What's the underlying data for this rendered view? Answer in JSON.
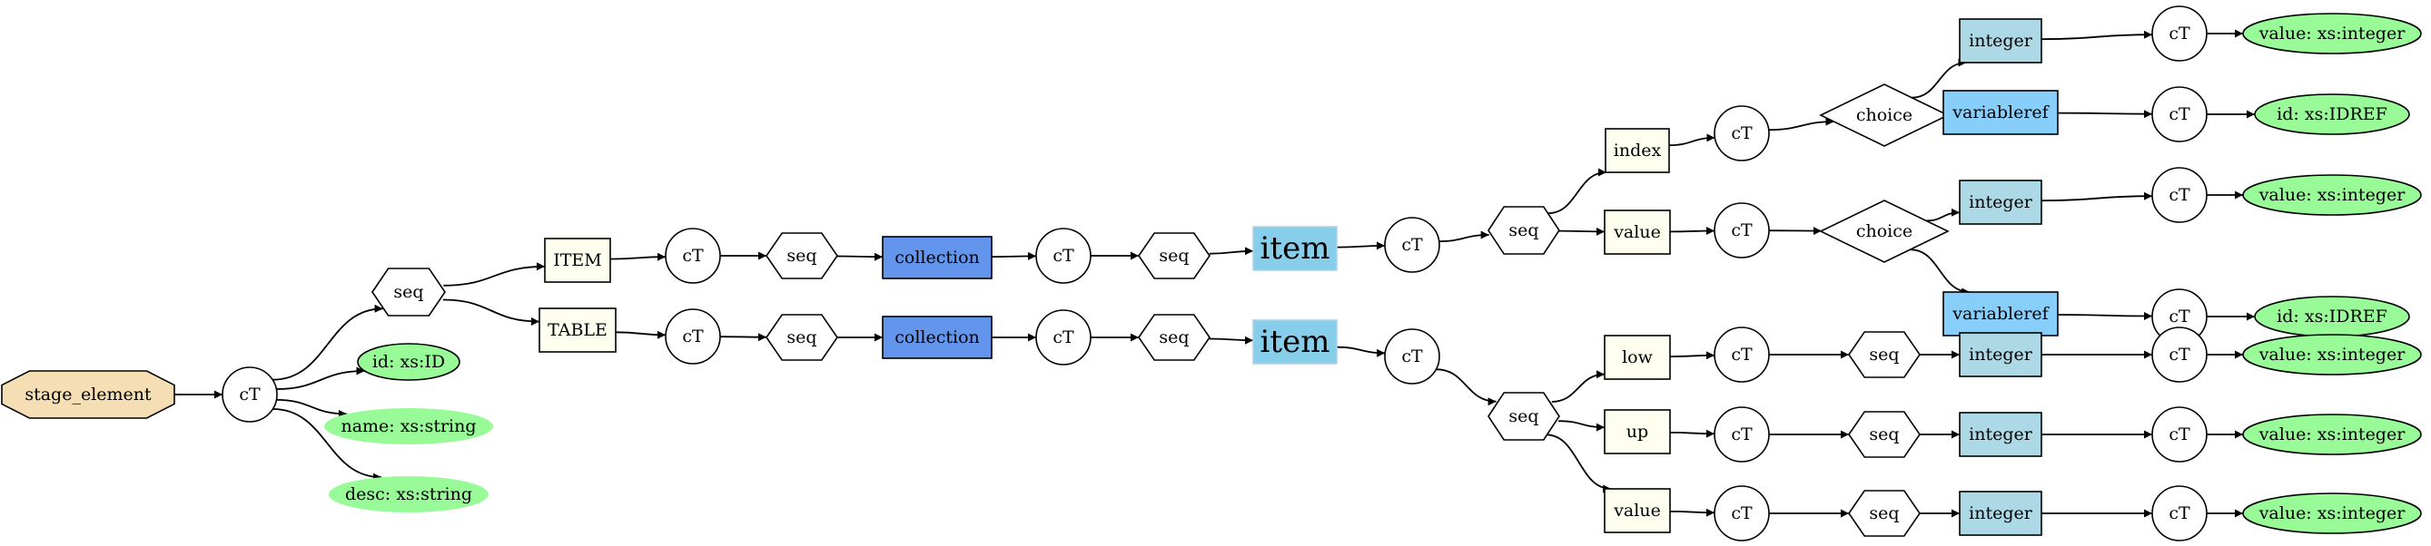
{
  "colors": {
    "stage_element": "#f5deb3",
    "element": "#fffff0",
    "collection": "#6495ed",
    "item": "#87ceeb",
    "simple_type": "#add8e6",
    "variableref": "#87cefa",
    "attribute": "#98fb98",
    "stroke": "#000000"
  },
  "nodes": [
    {
      "id": "stage_element",
      "label": "stage_element",
      "shape": "octagon",
      "fill": "#f5deb3"
    },
    {
      "id": "ct_root",
      "label": "cT",
      "shape": "circle",
      "fill": "#ffffff"
    },
    {
      "id": "seq_root",
      "label": "seq",
      "shape": "hexagon",
      "fill": "#ffffff"
    },
    {
      "id": "attr_id",
      "label": "id: xs:ID",
      "shape": "ellipse",
      "fill": "#98fb98",
      "stroke": true
    },
    {
      "id": "attr_name",
      "label": "name: xs:string",
      "shape": "ellipse",
      "fill": "#98fb98",
      "stroke": false
    },
    {
      "id": "attr_desc",
      "label": "desc: xs:string",
      "shape": "ellipse",
      "fill": "#98fb98",
      "stroke": false
    },
    {
      "id": "ITEM",
      "label": "ITEM",
      "shape": "box",
      "fill": "#fffff0"
    },
    {
      "id": "ct_item",
      "label": "cT",
      "shape": "circle",
      "fill": "#ffffff"
    },
    {
      "id": "seq_item",
      "label": "seq",
      "shape": "hexagon",
      "fill": "#ffffff"
    },
    {
      "id": "coll_item",
      "label": "collection",
      "shape": "box",
      "fill": "#6495ed"
    },
    {
      "id": "ct_coll_item",
      "label": "cT",
      "shape": "circle",
      "fill": "#ffffff"
    },
    {
      "id": "seq_coll_item",
      "label": "seq",
      "shape": "hexagon",
      "fill": "#ffffff"
    },
    {
      "id": "item_a",
      "label": "item",
      "shape": "box",
      "fill": "#87ceeb",
      "big": true
    },
    {
      "id": "ct_item_a",
      "label": "cT",
      "shape": "circle",
      "fill": "#ffffff"
    },
    {
      "id": "seq_item_a",
      "label": "seq",
      "shape": "hexagon",
      "fill": "#ffffff"
    },
    {
      "id": "index",
      "label": "index",
      "shape": "box",
      "fill": "#fffff0"
    },
    {
      "id": "ct_index",
      "label": "cT",
      "shape": "circle",
      "fill": "#ffffff"
    },
    {
      "id": "choice_index",
      "label": "choice",
      "shape": "diamond",
      "fill": "#ffffff"
    },
    {
      "id": "int_index",
      "label": "integer",
      "shape": "box",
      "fill": "#add8e6"
    },
    {
      "id": "ct_int_index",
      "label": "cT",
      "shape": "circle",
      "fill": "#ffffff"
    },
    {
      "id": "val_int_index",
      "label": "value: xs:integer",
      "shape": "ellipse",
      "fill": "#98fb98",
      "stroke": true
    },
    {
      "id": "vref_index",
      "label": "variableref",
      "shape": "box",
      "fill": "#87cefa"
    },
    {
      "id": "ct_vref_index",
      "label": "cT",
      "shape": "circle",
      "fill": "#ffffff"
    },
    {
      "id": "id_vref_index",
      "label": "id: xs:IDREF",
      "shape": "ellipse",
      "fill": "#98fb98",
      "stroke": true
    },
    {
      "id": "value_a",
      "label": "value",
      "shape": "box",
      "fill": "#fffff0"
    },
    {
      "id": "ct_value_a",
      "label": "cT",
      "shape": "circle",
      "fill": "#ffffff"
    },
    {
      "id": "choice_value",
      "label": "choice",
      "shape": "diamond",
      "fill": "#ffffff"
    },
    {
      "id": "int_value_a",
      "label": "integer",
      "shape": "box",
      "fill": "#add8e6"
    },
    {
      "id": "ct_int_value_a",
      "label": "cT",
      "shape": "circle",
      "fill": "#ffffff"
    },
    {
      "id": "val_int_value_a",
      "label": "value: xs:integer",
      "shape": "ellipse",
      "fill": "#98fb98",
      "stroke": true
    },
    {
      "id": "vref_value",
      "label": "variableref",
      "shape": "box",
      "fill": "#87cefa"
    },
    {
      "id": "ct_vref_value",
      "label": "cT",
      "shape": "circle",
      "fill": "#ffffff"
    },
    {
      "id": "id_vref_value",
      "label": "id: xs:IDREF",
      "shape": "ellipse",
      "fill": "#98fb98",
      "stroke": true
    },
    {
      "id": "TABLE",
      "label": "TABLE",
      "shape": "box",
      "fill": "#fffff0"
    },
    {
      "id": "ct_table",
      "label": "cT",
      "shape": "circle",
      "fill": "#ffffff"
    },
    {
      "id": "seq_table",
      "label": "seq",
      "shape": "hexagon",
      "fill": "#ffffff"
    },
    {
      "id": "coll_table",
      "label": "collection",
      "shape": "box",
      "fill": "#6495ed"
    },
    {
      "id": "ct_coll_table",
      "label": "cT",
      "shape": "circle",
      "fill": "#ffffff"
    },
    {
      "id": "seq_coll_table",
      "label": "seq",
      "shape": "hexagon",
      "fill": "#ffffff"
    },
    {
      "id": "item_b",
      "label": "item",
      "shape": "box",
      "fill": "#87ceeb",
      "big": true
    },
    {
      "id": "ct_item_b",
      "label": "cT",
      "shape": "circle",
      "fill": "#ffffff"
    },
    {
      "id": "seq_item_b",
      "label": "seq",
      "shape": "hexagon",
      "fill": "#ffffff"
    },
    {
      "id": "low",
      "label": "low",
      "shape": "box",
      "fill": "#fffff0"
    },
    {
      "id": "ct_low",
      "label": "cT",
      "shape": "circle",
      "fill": "#ffffff"
    },
    {
      "id": "seq_low",
      "label": "seq",
      "shape": "hexagon",
      "fill": "#ffffff"
    },
    {
      "id": "int_low",
      "label": "integer",
      "shape": "box",
      "fill": "#add8e6"
    },
    {
      "id": "ct_int_low",
      "label": "cT",
      "shape": "circle",
      "fill": "#ffffff"
    },
    {
      "id": "val_int_low",
      "label": "value: xs:integer",
      "shape": "ellipse",
      "fill": "#98fb98",
      "stroke": true
    },
    {
      "id": "up",
      "label": "up",
      "shape": "box",
      "fill": "#fffff0"
    },
    {
      "id": "ct_up",
      "label": "cT",
      "shape": "circle",
      "fill": "#ffffff"
    },
    {
      "id": "seq_up",
      "label": "seq",
      "shape": "hexagon",
      "fill": "#ffffff"
    },
    {
      "id": "int_up",
      "label": "integer",
      "shape": "box",
      "fill": "#add8e6"
    },
    {
      "id": "ct_int_up",
      "label": "cT",
      "shape": "circle",
      "fill": "#ffffff"
    },
    {
      "id": "val_int_up",
      "label": "value: xs:integer",
      "shape": "ellipse",
      "fill": "#98fb98",
      "stroke": true
    },
    {
      "id": "value_b",
      "label": "value",
      "shape": "box",
      "fill": "#fffff0"
    },
    {
      "id": "ct_value_b",
      "label": "cT",
      "shape": "circle",
      "fill": "#ffffff"
    },
    {
      "id": "seq_value_b",
      "label": "seq",
      "shape": "hexagon",
      "fill": "#ffffff"
    },
    {
      "id": "int_value_b",
      "label": "integer",
      "shape": "box",
      "fill": "#add8e6"
    },
    {
      "id": "ct_int_value_b",
      "label": "cT",
      "shape": "circle",
      "fill": "#ffffff"
    },
    {
      "id": "val_int_value_b",
      "label": "value: xs:integer",
      "shape": "ellipse",
      "fill": "#98fb98",
      "stroke": true
    }
  ],
  "edges": [
    [
      "stage_element",
      "ct_root"
    ],
    [
      "ct_root",
      "seq_root"
    ],
    [
      "ct_root",
      "attr_id"
    ],
    [
      "ct_root",
      "attr_name"
    ],
    [
      "ct_root",
      "attr_desc"
    ],
    [
      "seq_root",
      "ITEM"
    ],
    [
      "seq_root",
      "TABLE"
    ],
    [
      "ITEM",
      "ct_item"
    ],
    [
      "ct_item",
      "seq_item"
    ],
    [
      "seq_item",
      "coll_item"
    ],
    [
      "coll_item",
      "ct_coll_item"
    ],
    [
      "ct_coll_item",
      "seq_coll_item"
    ],
    [
      "seq_coll_item",
      "item_a"
    ],
    [
      "item_a",
      "ct_item_a"
    ],
    [
      "ct_item_a",
      "seq_item_a"
    ],
    [
      "seq_item_a",
      "index"
    ],
    [
      "seq_item_a",
      "value_a"
    ],
    [
      "index",
      "ct_index"
    ],
    [
      "ct_index",
      "choice_index"
    ],
    [
      "choice_index",
      "int_index"
    ],
    [
      "choice_index",
      "vref_index"
    ],
    [
      "int_index",
      "ct_int_index"
    ],
    [
      "ct_int_index",
      "val_int_index"
    ],
    [
      "vref_index",
      "ct_vref_index"
    ],
    [
      "ct_vref_index",
      "id_vref_index"
    ],
    [
      "value_a",
      "ct_value_a"
    ],
    [
      "ct_value_a",
      "choice_value"
    ],
    [
      "choice_value",
      "int_value_a"
    ],
    [
      "choice_value",
      "vref_value"
    ],
    [
      "int_value_a",
      "ct_int_value_a"
    ],
    [
      "ct_int_value_a",
      "val_int_value_a"
    ],
    [
      "vref_value",
      "ct_vref_value"
    ],
    [
      "ct_vref_value",
      "id_vref_value"
    ],
    [
      "TABLE",
      "ct_table"
    ],
    [
      "ct_table",
      "seq_table"
    ],
    [
      "seq_table",
      "coll_table"
    ],
    [
      "coll_table",
      "ct_coll_table"
    ],
    [
      "ct_coll_table",
      "seq_coll_table"
    ],
    [
      "seq_coll_table",
      "item_b"
    ],
    [
      "item_b",
      "ct_item_b"
    ],
    [
      "ct_item_b",
      "seq_item_b"
    ],
    [
      "seq_item_b",
      "low"
    ],
    [
      "seq_item_b",
      "up"
    ],
    [
      "seq_item_b",
      "value_b"
    ],
    [
      "low",
      "ct_low"
    ],
    [
      "ct_low",
      "seq_low"
    ],
    [
      "seq_low",
      "int_low"
    ],
    [
      "int_low",
      "ct_int_low"
    ],
    [
      "ct_int_low",
      "val_int_low"
    ],
    [
      "up",
      "ct_up"
    ],
    [
      "ct_up",
      "seq_up"
    ],
    [
      "seq_up",
      "int_up"
    ],
    [
      "int_up",
      "ct_int_up"
    ],
    [
      "ct_int_up",
      "val_int_up"
    ],
    [
      "value_b",
      "ct_value_b"
    ],
    [
      "ct_value_b",
      "seq_value_b"
    ],
    [
      "seq_value_b",
      "int_value_b"
    ],
    [
      "int_value_b",
      "ct_int_value_b"
    ],
    [
      "ct_int_value_b",
      "val_int_value_b"
    ]
  ]
}
